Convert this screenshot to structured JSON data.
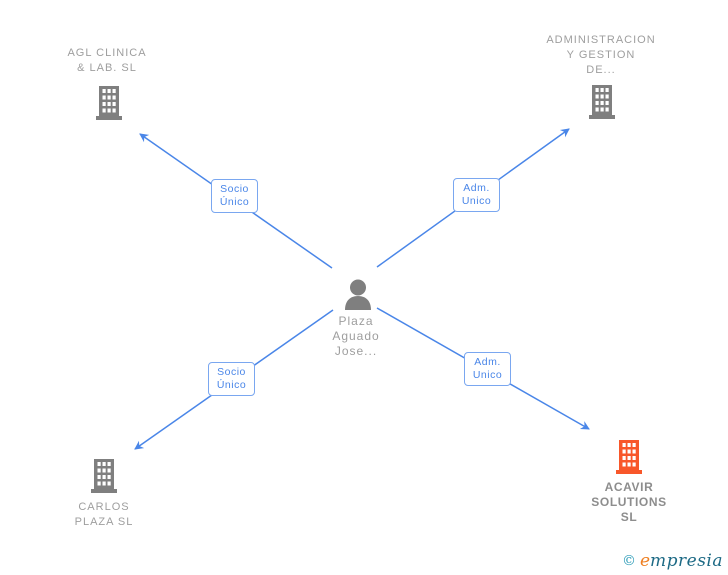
{
  "colors": {
    "edge_blue": "#4a86e8",
    "edge_box_border": "#7aa7f0",
    "icon_gray": "#7f7f7f",
    "label_gray": "#9e9e9e",
    "highlight_orange": "#f8572a",
    "brand_teal": "#1d6a85",
    "brand_orange": "#ee7f22"
  },
  "center": {
    "label_lines": [
      "Plaza",
      "Aguado",
      "Jose..."
    ]
  },
  "companies": {
    "top_left": {
      "lines": [
        "AGL CLINICA",
        "& LAB.  SL"
      ]
    },
    "top_right": {
      "lines": [
        "ADMINISTRACION",
        "Y GESTION",
        "DE..."
      ]
    },
    "bottom_left": {
      "lines": [
        "CARLOS",
        "PLAZA SL"
      ]
    },
    "bottom_right": {
      "lines": [
        "ACAVIR",
        "SOLUTIONS",
        "SL"
      ]
    }
  },
  "edges": {
    "top_left": {
      "lines": [
        "Socio",
        "Único"
      ]
    },
    "top_right": {
      "lines": [
        "Adm.",
        "Unico"
      ]
    },
    "bottom_left": {
      "lines": [
        "Socio",
        "Único"
      ]
    },
    "bottom_right": {
      "lines": [
        "Adm.",
        "Unico"
      ]
    }
  },
  "footer": {
    "copyright": "©",
    "brand_first": "e",
    "brand_rest": "mpresia"
  }
}
